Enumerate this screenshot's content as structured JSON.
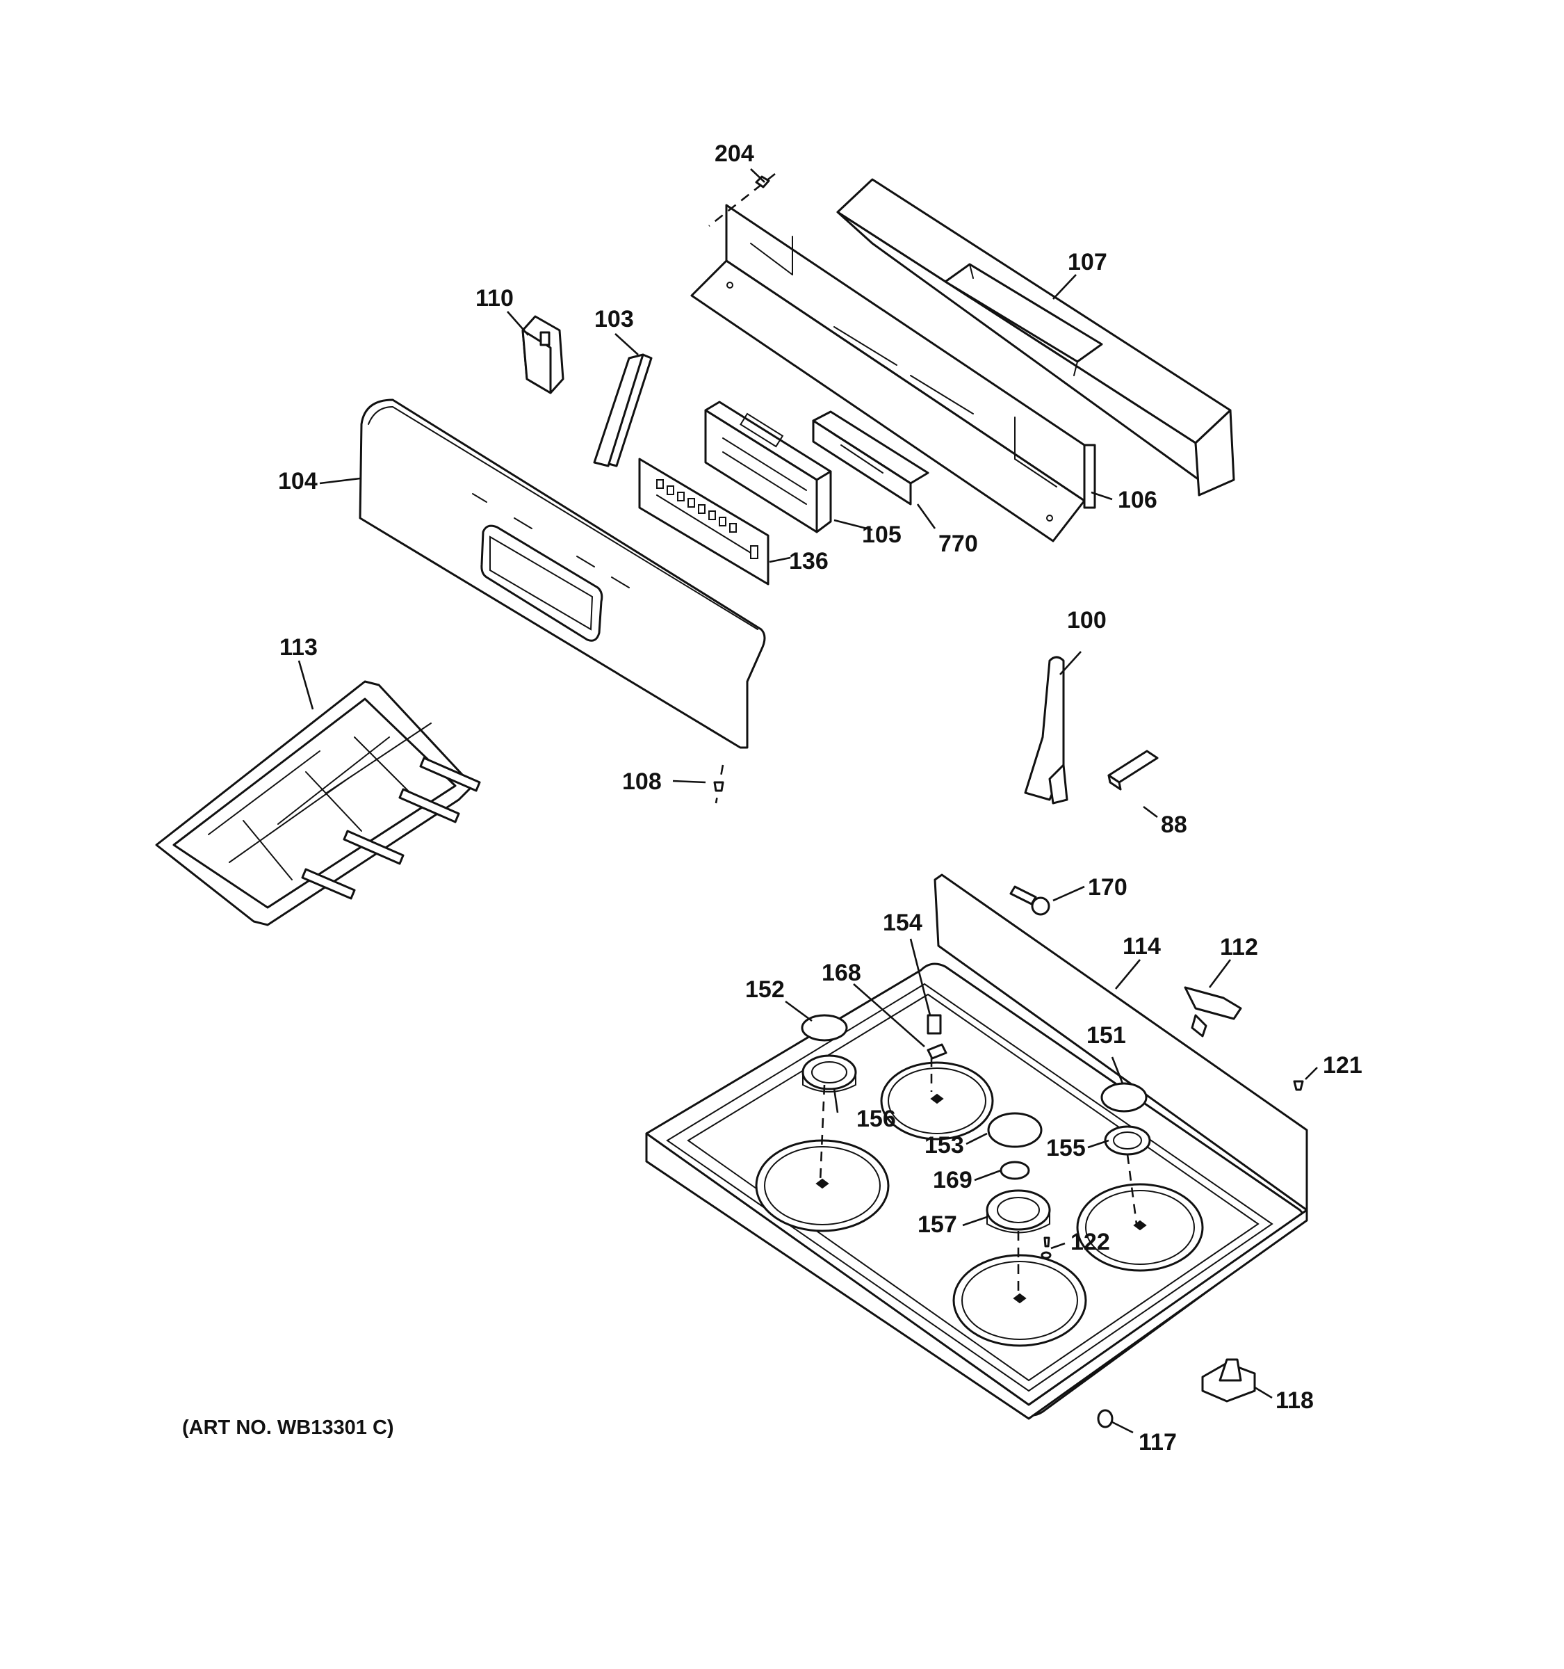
{
  "diagram": {
    "art_number": "(ART NO. WB13301 C)",
    "callouts": {
      "p204": "204",
      "p107": "107",
      "p110": "110",
      "p103": "103",
      "p104": "104",
      "p106": "106",
      "p105": "105",
      "p770": "770",
      "p136": "136",
      "p113": "113",
      "p100": "100",
      "p108": "108",
      "p88": "88",
      "p170": "170",
      "p154": "154",
      "p114": "114",
      "p112": "112",
      "p168": "168",
      "p152": "152",
      "p151": "151",
      "p121": "121",
      "p156": "156",
      "p153": "153",
      "p155": "155",
      "p169": "169",
      "p157": "157",
      "p122": "122",
      "p118": "118",
      "p117": "117"
    }
  }
}
